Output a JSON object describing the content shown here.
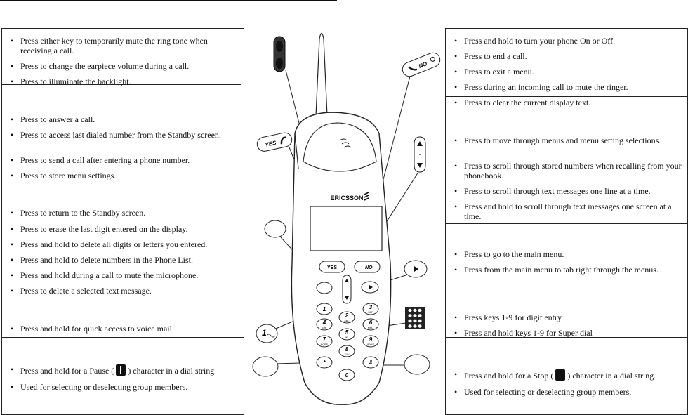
{
  "left_sections": [
    {
      "key": "volume",
      "items": [
        "Press either key to temporarily mute the ring tone when receiving a call.",
        "Press to change the earpiece volume during a call.",
        "Press to illuminate the backlight."
      ]
    },
    {
      "key": "yes",
      "items": [
        "Press to answer a call.",
        "Press to access last dialed number from the Standby screen.",
        "Press to send a call after entering a phone number.",
        "Press to store menu settings."
      ]
    },
    {
      "key": "clear",
      "items": [
        "Press to return to the Standby screen.",
        "Press to erase the last digit entered on the display.",
        "Press and hold to delete all digits or letters you entered.",
        "Press and hold to delete numbers in the Phone List.",
        "Press and hold during a call to mute the microphone.",
        "Press to delete a selected text message."
      ]
    },
    {
      "key": "key1",
      "items": [
        "Press and hold for quick access to voice mail."
      ]
    },
    {
      "key": "star",
      "items": [
        "Press and hold for a Pause ( ) character in a dial string",
        "Used for selecting or deselecting group members."
      ]
    }
  ],
  "right_sections": [
    {
      "key": "no",
      "items": [
        "Press and hold to turn your phone On or Off.",
        "Press to end a call.",
        "Press to exit a menu.",
        "Press during an incoming call to mute the ringer.",
        "Press to clear the current display text."
      ]
    },
    {
      "key": "arrows",
      "items": [
        "Press to move through menus and menu setting selections.",
        "Press to scroll through stored numbers when recalling from your phonebook.",
        "Press to scroll through text messages one line at a time.",
        "Press and hold to scroll through text messages one screen at a time."
      ]
    },
    {
      "key": "menu",
      "items": [
        "Press to go to the main menu.",
        "Press from the main menu to tab right through the menus."
      ]
    },
    {
      "key": "keypad",
      "items": [
        "Press keys 1-9 for digit entry.",
        "Press and hold keys 1-9 for Super dial"
      ]
    },
    {
      "key": "pound",
      "items": [
        "Press and hold for a Stop ( ) character in a dial string.",
        "Used for selecting or deselecting group members."
      ]
    }
  ],
  "phone": {
    "brand": "ERICSSON",
    "yes_label": "YES",
    "no_label": "NO",
    "keys": [
      {
        "main": "1",
        "sub": ""
      },
      {
        "main": "2",
        "sub": "ABC"
      },
      {
        "main": "3",
        "sub": "DEF"
      },
      {
        "main": "4",
        "sub": "GHI"
      },
      {
        "main": "5",
        "sub": "JKL"
      },
      {
        "main": "6",
        "sub": "MNO"
      },
      {
        "main": "7",
        "sub": "PQRS"
      },
      {
        "main": "8",
        "sub": "TUV"
      },
      {
        "main": "9",
        "sub": "WXYZ"
      },
      {
        "main": "*",
        "sub": ""
      },
      {
        "main": "0",
        "sub": ""
      },
      {
        "main": "#",
        "sub": ""
      }
    ]
  },
  "icons": {
    "volume_key": "volume-rocker-icon",
    "yes_key": "yes-key-icon",
    "no_key": "no-key-icon",
    "arrow_keys": "up-down-arrow-keys-icon",
    "clear_key": "clear-key-icon",
    "menu_key": "menu-right-arrow-key-icon",
    "voicemail_key": "key-1-voicemail-icon",
    "keypad": "keypad-grid-icon",
    "star_key": "star-key-icon",
    "pound_key": "pound-key-icon",
    "pause_glyph": "pause-character-icon",
    "stop_glyph": "stop-character-icon"
  }
}
